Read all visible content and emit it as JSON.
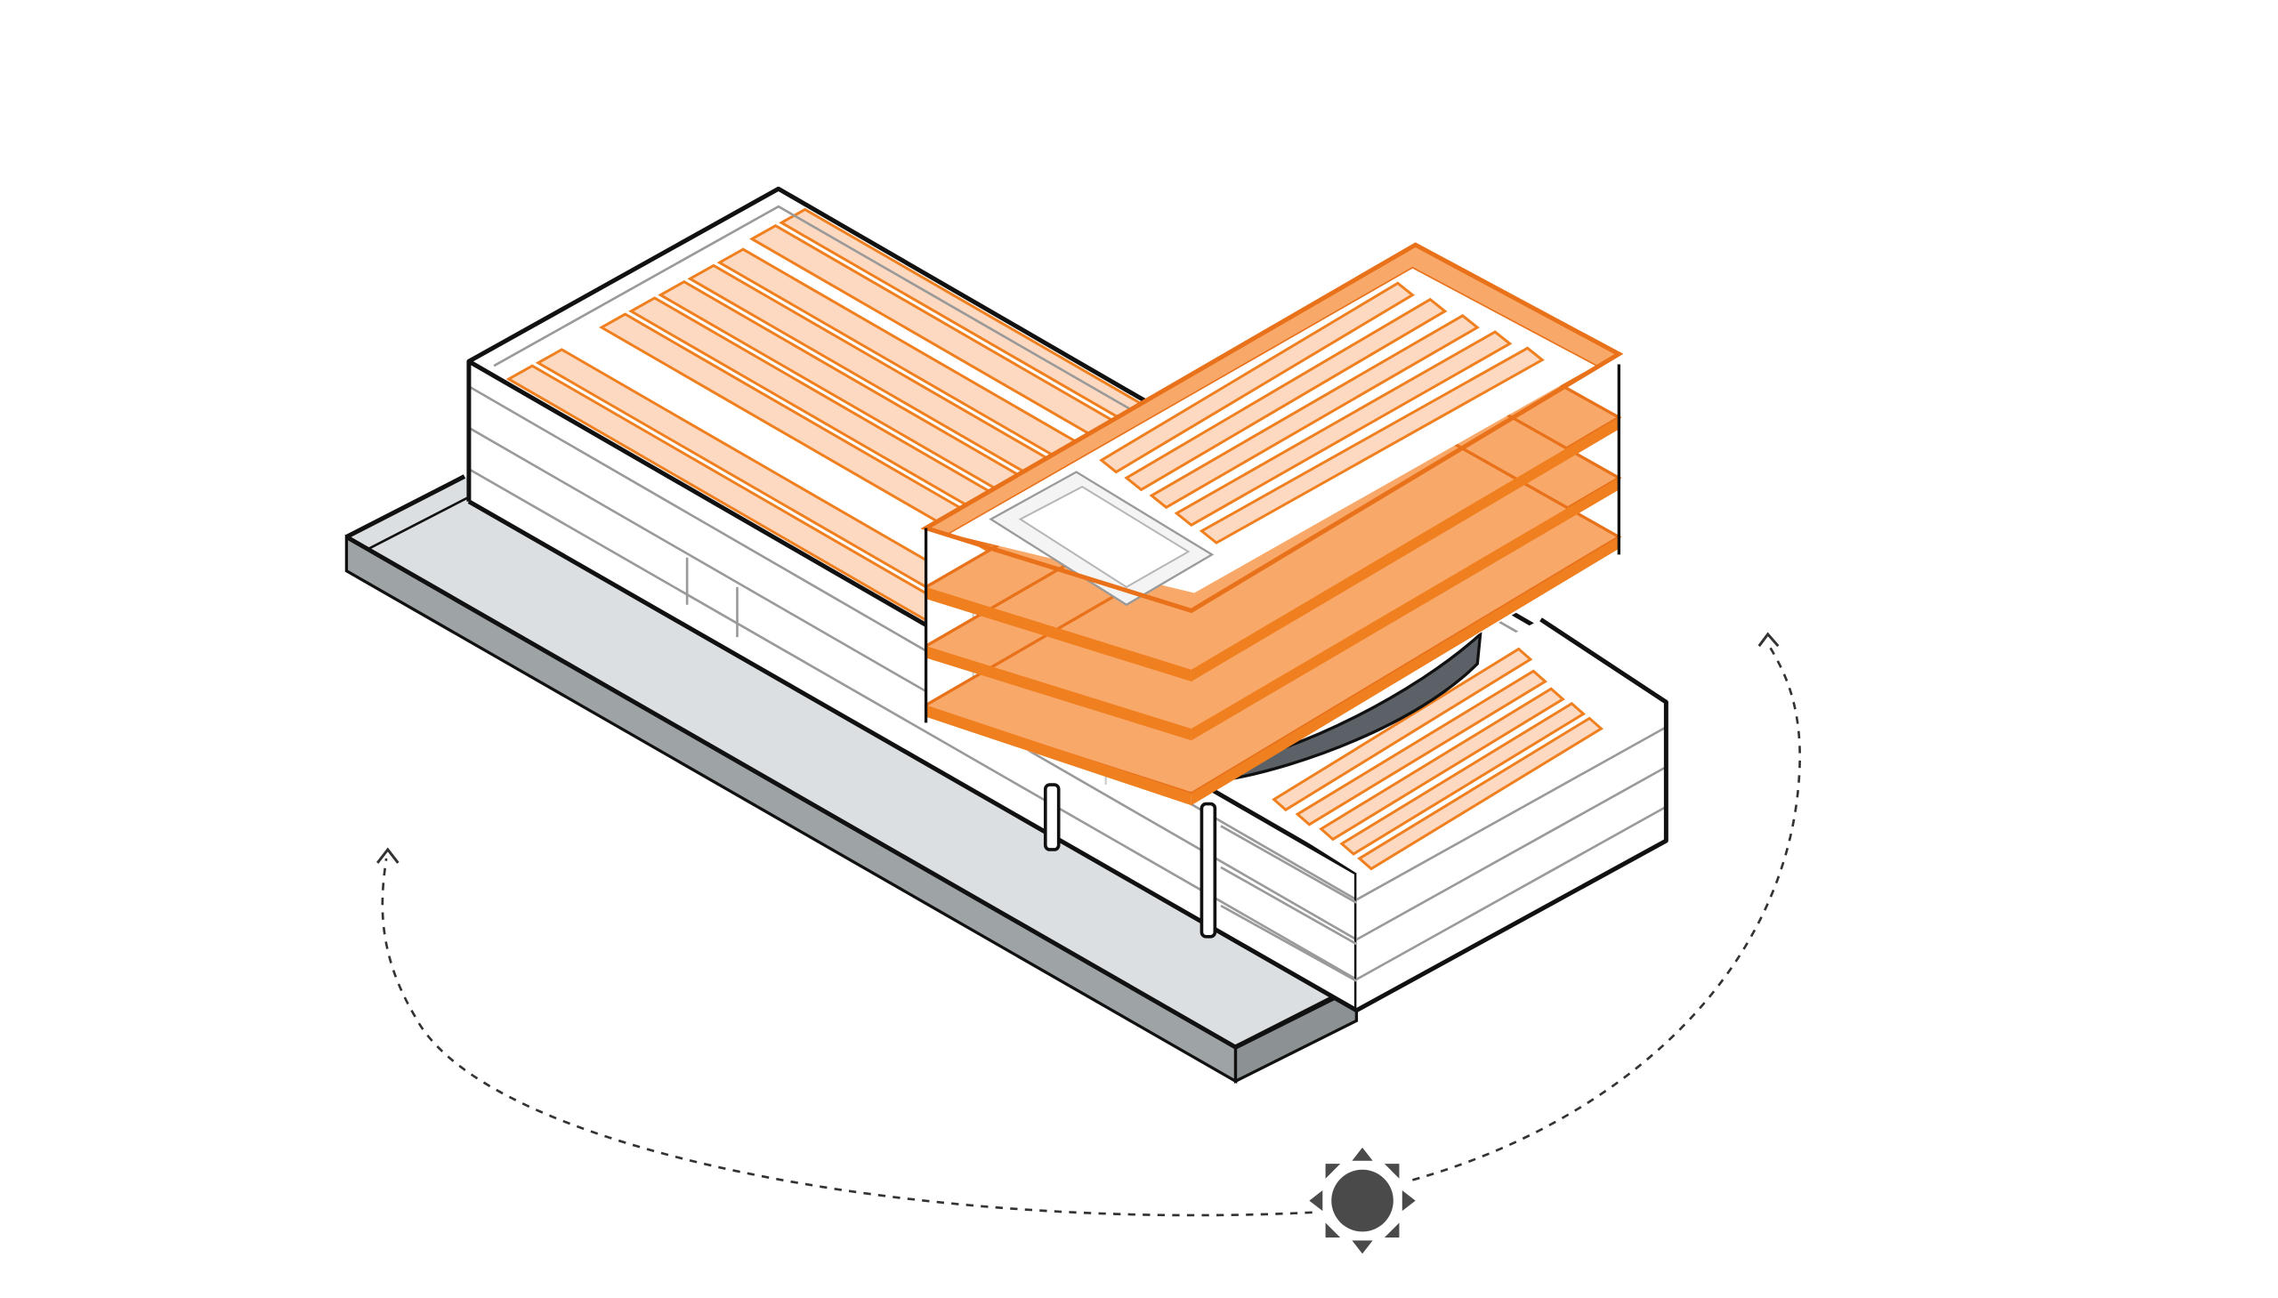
{
  "diagram": {
    "kind": "isometric solar-path building diagram",
    "colors": {
      "background": "#ffffff",
      "outline": "#111111",
      "facade_fill": "#ffffff",
      "facade_lines": "#a8a8a8",
      "ground_top": "#dcdfe1",
      "ground_side": "#9ea3a6",
      "accent": "#f07f1f",
      "solar_panel": "#fcd9c0",
      "sun": "#4a4a4a",
      "opening": "#5b6166"
    },
    "icons": {
      "sun": "sun-icon",
      "path_arrow": "arrowhead-icon"
    },
    "elements": {
      "main_block_roof_panels": 10,
      "tower_floor_slabs": 4,
      "tower_roof_panels": 5,
      "low_block_roof_panels": 5,
      "columns": 2
    }
  }
}
